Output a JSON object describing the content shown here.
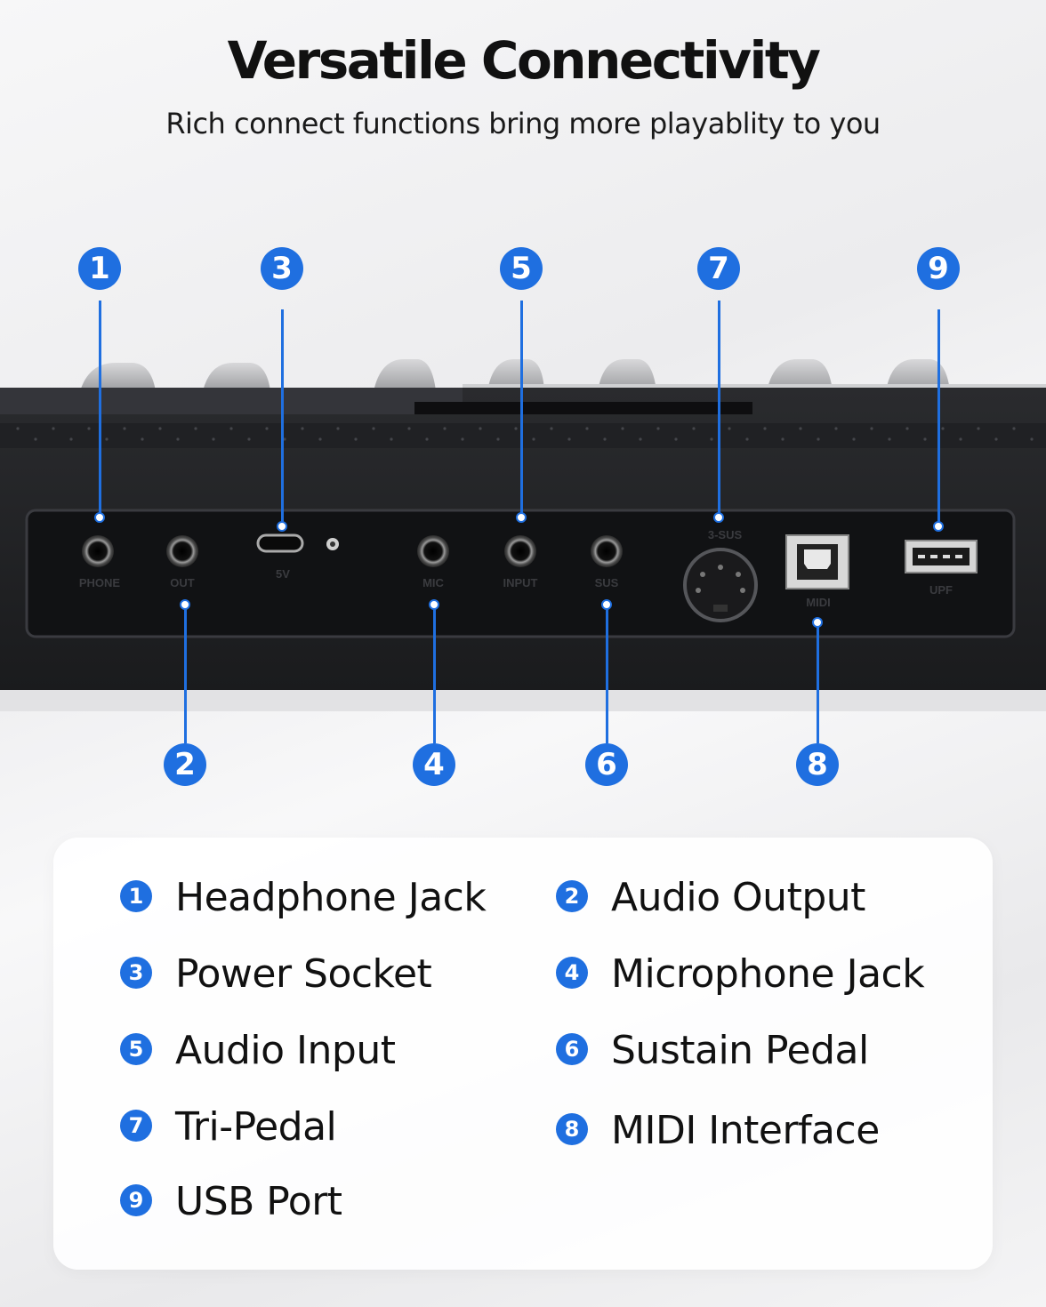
{
  "header": {
    "title": "Versatile Connectivity",
    "subtitle": "Rich connect functions bring more playablity to you"
  },
  "callouts": [
    "1",
    "2",
    "3",
    "4",
    "5",
    "6",
    "7",
    "8",
    "9"
  ],
  "panel_labels": [
    "PHONE",
    "OUT",
    "5V",
    "MIC",
    "INPUT",
    "SUS",
    "3-SUS",
    "MIDI",
    "UPF"
  ],
  "legend": [
    {
      "num": "1",
      "label": "Headphone Jack"
    },
    {
      "num": "2",
      "label": "Audio Output"
    },
    {
      "num": "3",
      "label": "Power Socket"
    },
    {
      "num": "4",
      "label": "Microphone Jack"
    },
    {
      "num": "5",
      "label": "Audio Input"
    },
    {
      "num": "6",
      "label": "Sustain Pedal"
    },
    {
      "num": "7",
      "label": "Tri-Pedal"
    },
    {
      "num": "8",
      "label": "MIDI Interface"
    },
    {
      "num": "9",
      "label": "USB Port"
    }
  ],
  "colors": {
    "accent": "#1f6fe0",
    "panel": "#1d1e21"
  }
}
